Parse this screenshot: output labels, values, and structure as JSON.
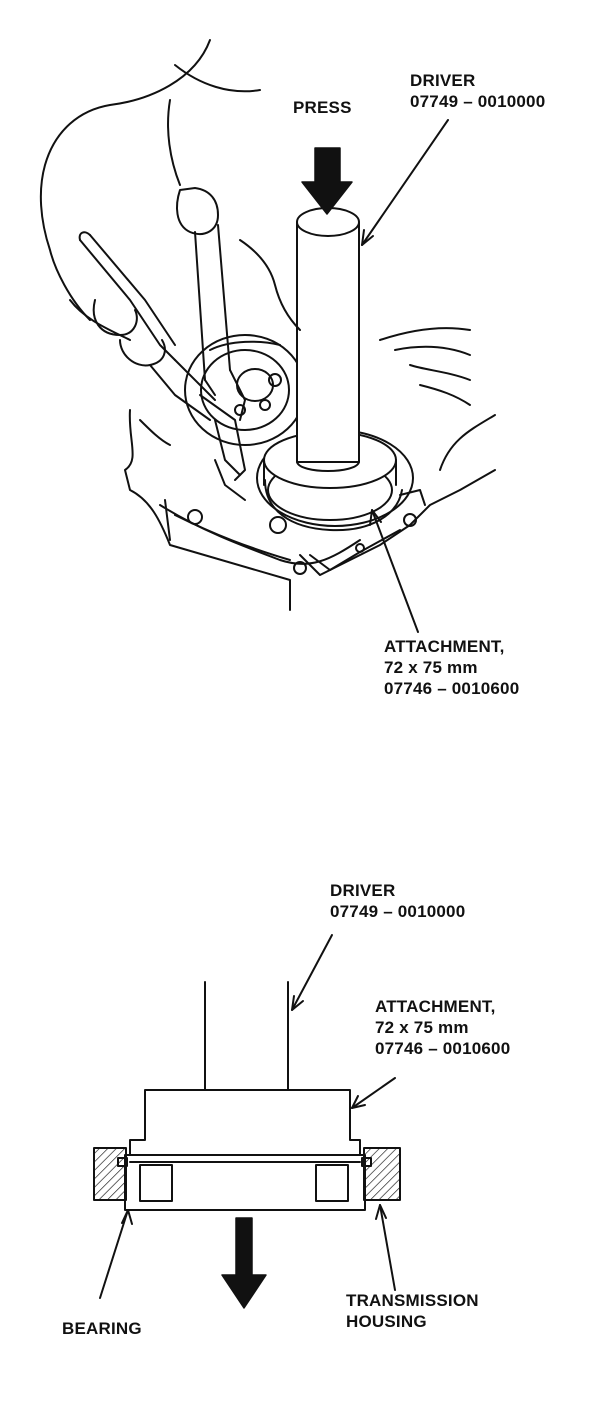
{
  "top_figure": {
    "press": "PRESS",
    "driver": {
      "name": "DRIVER",
      "part": "07749 – 0010000"
    },
    "attachment": {
      "name": "ATTACHMENT,",
      "size": "72 x 75 mm",
      "part": "07746 – 0010600"
    }
  },
  "bottom_figure": {
    "driver": {
      "name": "DRIVER",
      "part": "07749 – 0010000"
    },
    "attachment": {
      "name": "ATTACHMENT,",
      "size": "72 x 75 mm",
      "part": "07746 – 0010600"
    },
    "bearing": "BEARING",
    "housing": {
      "line1": "TRANSMISSION",
      "line2": "HOUSING"
    }
  }
}
